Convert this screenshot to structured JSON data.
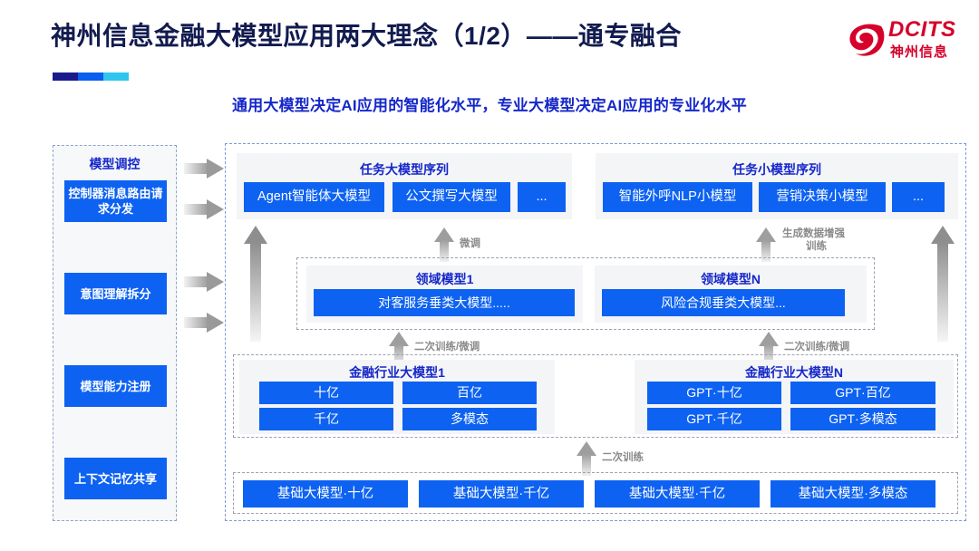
{
  "header": {
    "title": "神州信息金融大模型应用两大理念（1/2）——通专融合",
    "subtitle": "通用大模型决定AI应用的智能化水平，专业大模型决定AI应用的专业化水平",
    "logo": {
      "brand": "DCITS",
      "brand_cn": "神州信息",
      "color": "#d6002a"
    }
  },
  "colors": {
    "primary_blue": "#0d62f2",
    "title_navy": "#121b4f",
    "heading_blue": "#1527c9",
    "panel_dash": "#7d9bd6",
    "arrow_gray": "#9e9e9e"
  },
  "sidebar": {
    "title": "模型调控",
    "items": [
      {
        "label": "控制器消息路由请求分发"
      },
      {
        "label": "意图理解拆分"
      },
      {
        "label": "模型能力注册"
      },
      {
        "label": "上下文记忆共享"
      }
    ]
  },
  "connectors": {
    "side_arrows": [
      "arrow-right-icon",
      "arrow-right-icon",
      "arrow-right-icon",
      "arrow-right-icon"
    ],
    "labels": {
      "fine_tune": "微调",
      "data_aug_train": "生成数据增强\n训练",
      "data_aug_train_l1": "生成数据增强",
      "data_aug_train_l2": "训练",
      "retrain_finetune": "二次训练/微调",
      "retrain": "二次训练"
    }
  },
  "main": {
    "task_groups": [
      {
        "title": "任务大模型序列",
        "boxes": [
          "Agent智能体大模型",
          "公文撰写大模型",
          "..."
        ]
      },
      {
        "title": "任务小模型序列",
        "boxes": [
          "智能外呼NLP小模型",
          "营销决策小模型",
          "..."
        ]
      }
    ],
    "domain_groups": [
      {
        "title": "领域模型1",
        "box": "对客服务垂类大模型....."
      },
      {
        "title": "领域模型N",
        "box": "风险合规垂类大模型..."
      }
    ],
    "industry_groups": [
      {
        "title": "金融行业大模型1",
        "boxes": [
          "十亿",
          "百亿",
          "千亿",
          "多模态"
        ]
      },
      {
        "title": "金融行业大模型N",
        "boxes": [
          "GPT·十亿",
          "GPT·百亿",
          "GPT·千亿",
          "GPT·多模态"
        ]
      }
    ],
    "base_models": [
      "基础大模型·十亿",
      "基础大模型·千亿",
      "基础大模型·千亿",
      "基础大模型·多模态"
    ]
  }
}
